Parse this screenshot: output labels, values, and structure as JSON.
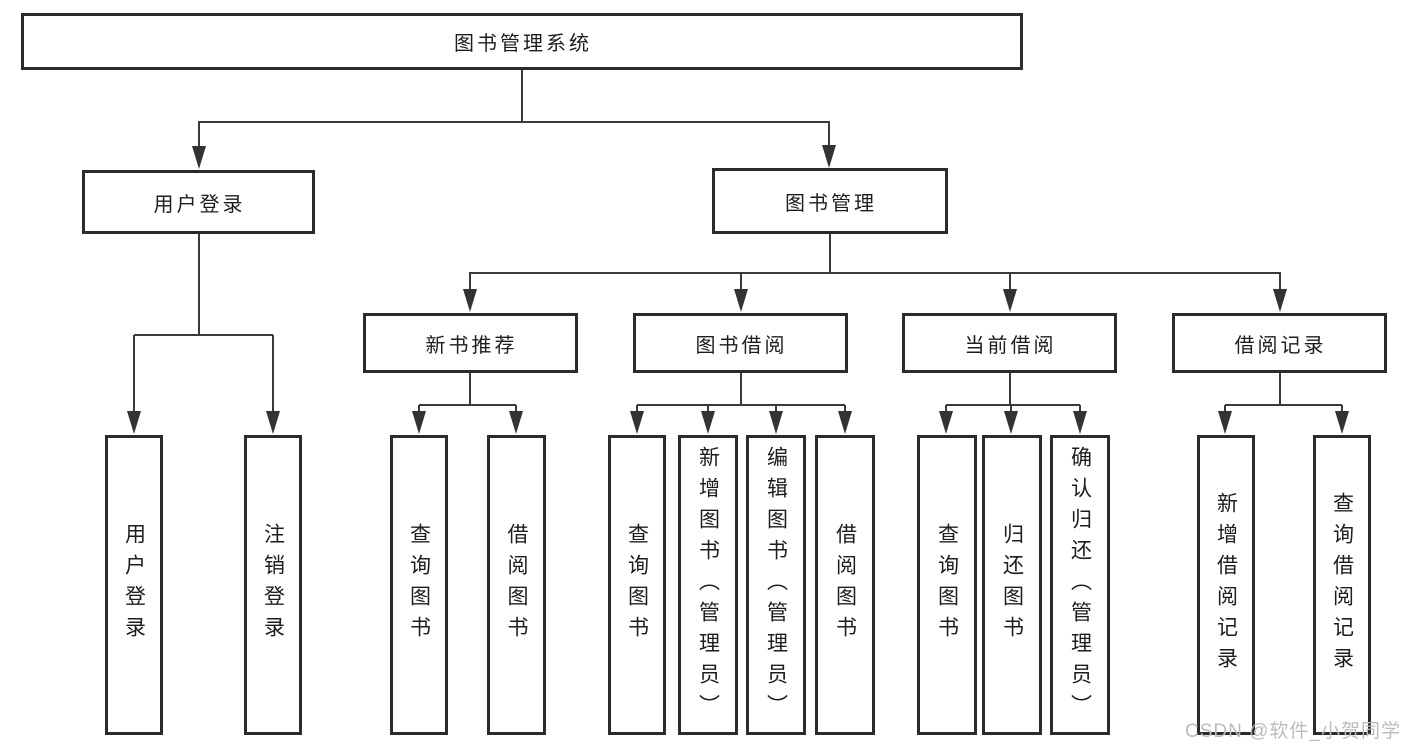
{
  "diagram_type": "hierarchy-tree",
  "colors": {
    "line": "#3a3a3a",
    "border": "#2b2b2b",
    "text": "#1d1d1d",
    "background": "#ffffff",
    "watermark": "#bcbcbc"
  },
  "watermark": {
    "text": "CSDN @软件_小贺同学"
  },
  "tree": {
    "root": {
      "label": "图书管理系统",
      "children": [
        {
          "label": "用户登录",
          "children": [
            {
              "label": "用户登录"
            },
            {
              "label": "注销登录"
            }
          ]
        },
        {
          "label": "图书管理",
          "children": [
            {
              "label": "新书推荐",
              "children": [
                {
                  "label": "查询图书"
                },
                {
                  "label": "借阅图书"
                }
              ]
            },
            {
              "label": "图书借阅",
              "children": [
                {
                  "label": "查询图书"
                },
                {
                  "label": "新增图书（管理员）"
                },
                {
                  "label": "编辑图书（管理员）"
                },
                {
                  "label": "借阅图书"
                }
              ]
            },
            {
              "label": "当前借阅",
              "children": [
                {
                  "label": "查询图书"
                },
                {
                  "label": "归还图书"
                },
                {
                  "label": "确认归还（管理员）"
                }
              ]
            },
            {
              "label": "借阅记录",
              "children": [
                {
                  "label": "新增借阅记录"
                },
                {
                  "label": "查询借阅记录"
                }
              ]
            }
          ]
        }
      ]
    }
  }
}
